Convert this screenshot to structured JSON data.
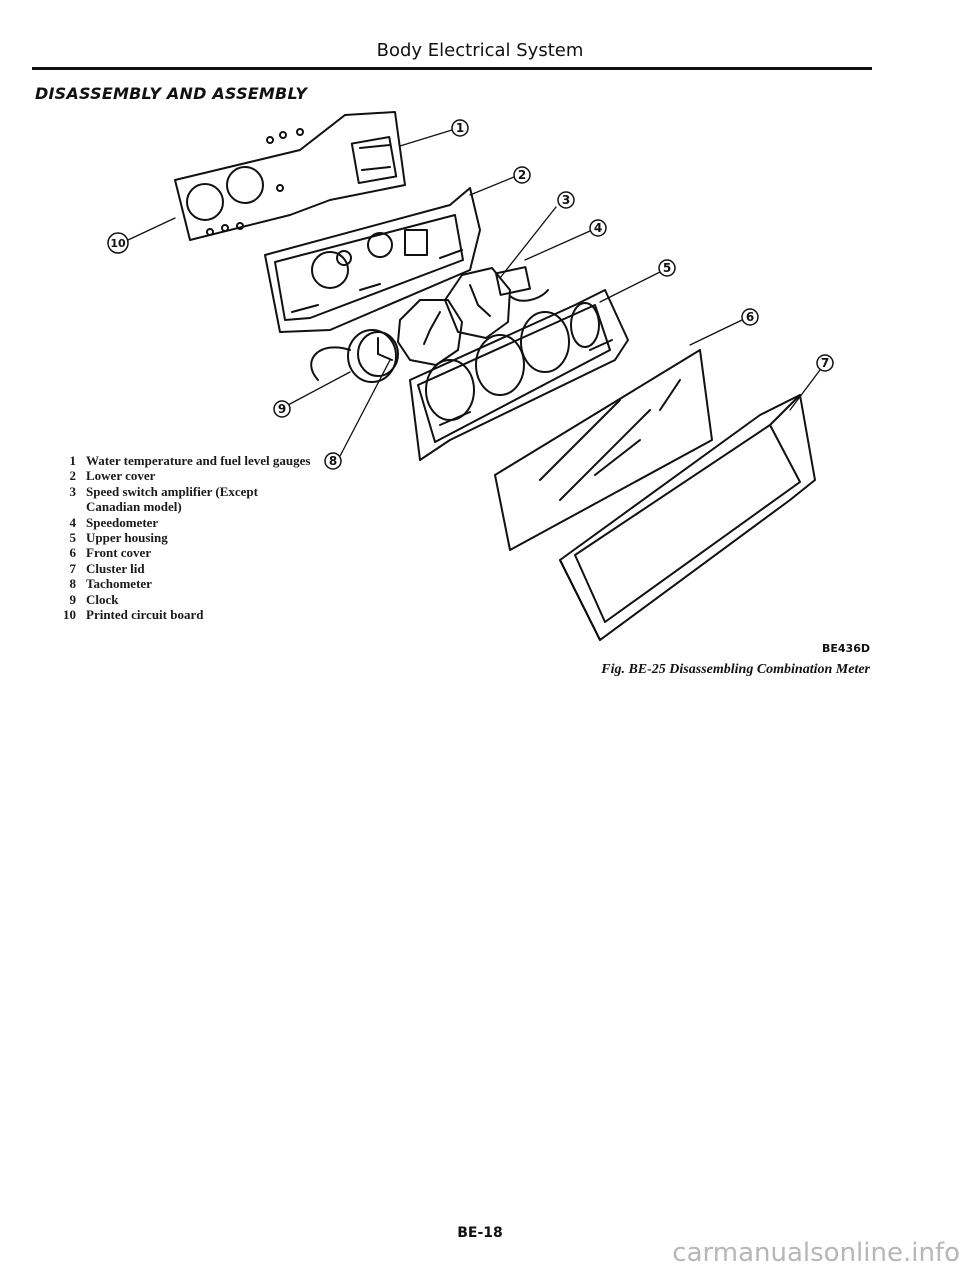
{
  "header": {
    "title": "Body Electrical System"
  },
  "section": {
    "title": "DISASSEMBLY AND ASSEMBLY"
  },
  "legend": [
    {
      "num": "1",
      "text": "Water temperature and fuel level gauges"
    },
    {
      "num": "2",
      "text": "Lower cover"
    },
    {
      "num": "3",
      "text": "Speed switch amplifier (Except Canadian model)"
    },
    {
      "num": "4",
      "text": "Speedometer"
    },
    {
      "num": "5",
      "text": "Upper housing"
    },
    {
      "num": "6",
      "text": "Front cover"
    },
    {
      "num": "7",
      "text": "Cluster lid"
    },
    {
      "num": "8",
      "text": "Tachometer"
    },
    {
      "num": "9",
      "text": "Clock"
    },
    {
      "num": "10",
      "text": "Printed circuit board"
    }
  ],
  "callouts": [
    "1",
    "2",
    "3",
    "4",
    "5",
    "6",
    "7",
    "8",
    "9",
    "10"
  ],
  "figure": {
    "code": "BE436D",
    "caption": "Fig. BE-25 Disassembling Combination Meter"
  },
  "page_number": "BE-18",
  "watermark": "carmanualsonline.info"
}
